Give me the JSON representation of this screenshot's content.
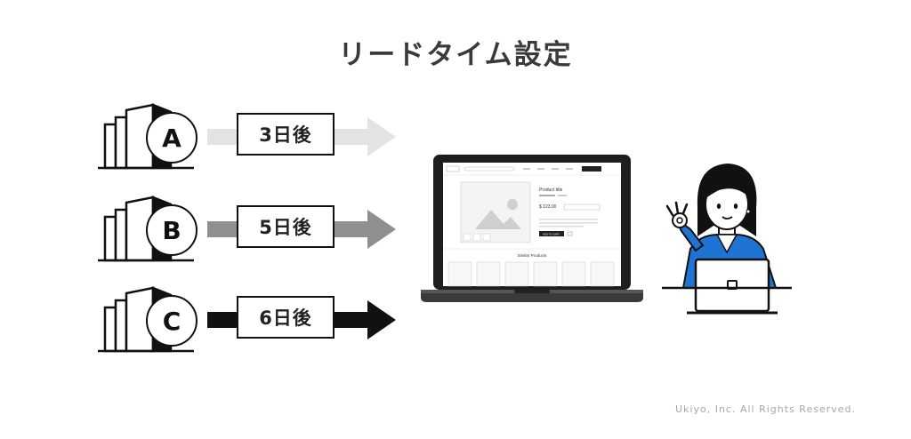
{
  "title": "リードタイム設定",
  "rows": [
    {
      "letter": "A",
      "days": "3日後",
      "arrow_color": "#e3e3e3"
    },
    {
      "letter": "B",
      "days": "5日後",
      "arrow_color": "#8f8f8f"
    },
    {
      "letter": "C",
      "days": "6日後",
      "arrow_color": "#111111"
    }
  ],
  "screen": {
    "product_title": "Product title",
    "price": "$ 123.00",
    "add_button": "ADD TO CART",
    "similar_products": "Similar Products"
  },
  "footer": "Ukiyo, Inc. All Rights Reserved."
}
